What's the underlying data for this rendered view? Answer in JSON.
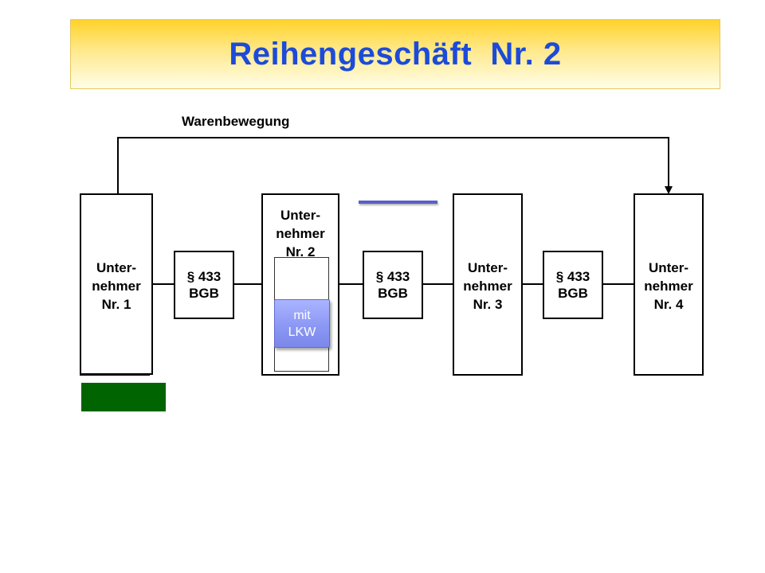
{
  "title": "Reihengeschäft  Nr. 2",
  "flow_label": "Warenbewegung",
  "parties": [
    {
      "lines": [
        "Unter-",
        "nehmer",
        "Nr. 1"
      ]
    },
    {
      "lines": [
        "Unter-",
        "nehmer",
        "Nr. 2"
      ]
    },
    {
      "lines": [
        "Unter-",
        "nehmer",
        "Nr. 3"
      ]
    },
    {
      "lines": [
        "Unter-",
        "nehmer",
        "Nr. 4"
      ]
    }
  ],
  "contracts": [
    {
      "lines": [
        "§ 433",
        "BGB"
      ]
    },
    {
      "lines": [
        "§ 433",
        "BGB"
      ]
    },
    {
      "lines": [
        "§ 433",
        "BGB"
      ]
    }
  ],
  "transport": {
    "lines": [
      "mit",
      "LKW"
    ]
  },
  "colors": {
    "title_text": "#1c4bd9",
    "title_gradient_top": "#ffd22a",
    "transport_fill": "#8c98f4",
    "blue_bar": "#5a5ec8",
    "green_box": "#006400"
  }
}
